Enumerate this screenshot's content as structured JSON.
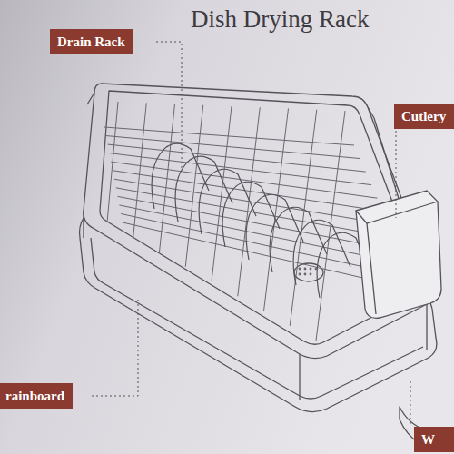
{
  "diagram": {
    "title": "Dish Drying Rack",
    "nodes": [
      {
        "text": [
          "Drain Rack"
        ]
      },
      {
        "text": [
          "Cutlery"
        ]
      },
      {
        "text": [
          "rainboard"
        ]
      },
      {
        "text": [
          "W"
        ]
      }
    ]
  }
}
